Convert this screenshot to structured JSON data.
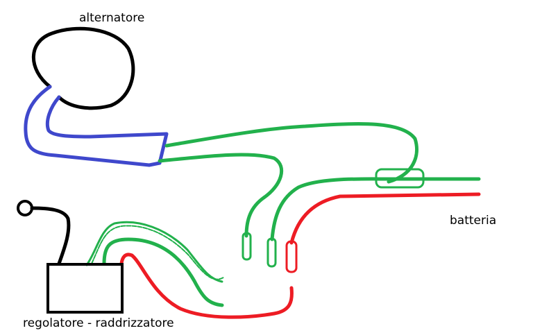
{
  "labels": {
    "alternator": "alternatore",
    "battery": "batteria",
    "regulator": "regolatore - raddrizzatore"
  },
  "colors": {
    "black": "#000000",
    "blue": "#3f48cc",
    "green": "#22b14c",
    "red": "#ed1c24"
  }
}
